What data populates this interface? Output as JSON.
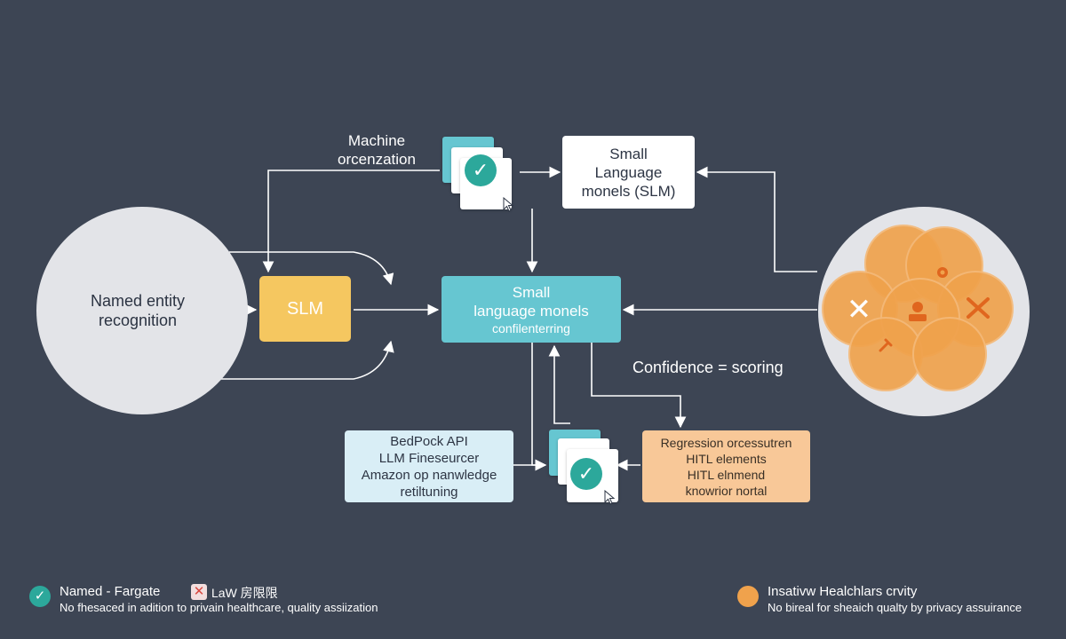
{
  "nodes": {
    "named_entity": "Named entity\nrecognition",
    "slm_box": "SLM",
    "machine_label": "Machine\norcenzation",
    "small_top": {
      "line1": "Small",
      "line2": "Language",
      "line3": "monels (SLM)"
    },
    "center": {
      "line1": "Small",
      "line2": "language monels",
      "line3": "confilenterring"
    },
    "confidence_label": "Confidence = scoring",
    "bedrock": {
      "line1": "BedPock API",
      "line2": "LLM Fineseurcer",
      "line3": "Amazon op nanwledge",
      "line4": "retiltuning"
    },
    "regression": {
      "line1": "Regression orcessutren",
      "line2": "HITL elements",
      "line3": "HITL elnmend",
      "line4": "knowrior nortal"
    }
  },
  "legend": {
    "left": {
      "title": "Named - Fargate",
      "desc": "No fhesaced in adition to privain healthcare, quality assiization",
      "icon": "check-icon"
    },
    "law": {
      "label": "LaW 房限限",
      "icon": "x-icon"
    },
    "right": {
      "title": "Insativw Healchlars crvity",
      "desc": "No bireal for sheaich qualty by privacy assuirance",
      "icon": "dot-icon"
    }
  },
  "colors": {
    "background": "#3d4554",
    "teal": "#66c6d1",
    "yellow": "#f5c760",
    "orange": "#f0a24c",
    "peach": "#f8c898",
    "light_blue": "#d9eef6",
    "green_check": "#2ca89b",
    "red_x": "#d8473f"
  }
}
